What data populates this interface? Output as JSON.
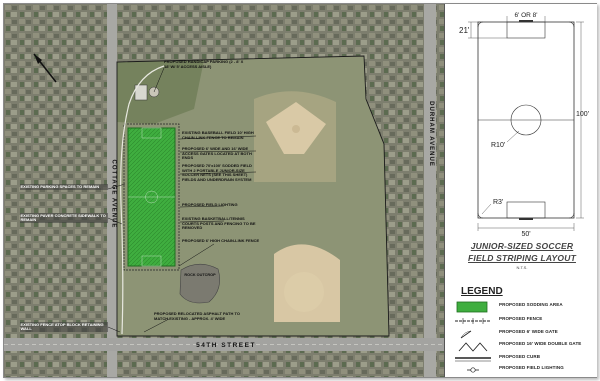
{
  "map_labels": {
    "cottage_avenue": "COTTAGE AVENUE",
    "durham_avenue": "DURHAM AVENUE",
    "street_54th": "54TH STREET",
    "annotations": {
      "handicap_parking": "PROPOSED HANDICAP PARKING (2 - 8' X 18' W/ 5' ACCESS AISLE)",
      "baseball_field": "EXISTING BASEBALL FIELD 10' HIGH CHAIN-LINK FENCE TO REMAIN",
      "access_gates": "PROPOSED 6' WIDE AND 16' WIDE ACCESS GATES LOCATED AT BOTH ENDS",
      "soccer_field": "PROPOSED 70'x100' SODDED FIELD WITH 2 PORTABLE JUNIOR-SIZE SOCCER NETS (SEE THIS SHEET) FIELDS AND UNDERDRAIN SYSTEM",
      "field_lighting": "PROPOSED FIELD LIGHTING",
      "basketball_courts": "EXISTING BASKETBALL/TENNIS COURTS POSTS AND FENCING TO BE REMOVED",
      "chain_link_fence": "PROPOSED 6' HIGH CHAIN-LINK FENCE",
      "existing_parking": "EXISTING PARKING SPACES TO REMAIN",
      "paver_sidewalk": "EXISTING PAVER CONCRETE SIDEWALK TO REMAIN",
      "block_wall": "EXISTING FENCE ATOP BLOCK RETAINING WALL",
      "asphalt_path": "PROPOSED RELOCATED ASPHALT PATH TO MATCH EXISTING - APPROX. 4' WIDE",
      "rock_outcrop": "ROCK OUTCROP"
    }
  },
  "diagram": {
    "dim_21": "21'",
    "dim_goal": "6' OR 8'",
    "dim_100": "100'",
    "dim_r10": "R10'",
    "dim_r3": "R3'",
    "dim_50": "50'",
    "caption_line1": "JUNIOR-SIZED SOCCER",
    "caption_line2": "FIELD STRIPING LAYOUT",
    "caption_scale": "N.T.S."
  },
  "legend": {
    "title": "LEGEND",
    "items": [
      {
        "label": "PROPOSED SODDING AREA",
        "symbol": "sod-fill-swatch",
        "color": "#3fae3f"
      },
      {
        "label": "PROPOSED FENCE",
        "symbol": "fence-line"
      },
      {
        "label": "PROPOSED 6' WIDE GATE",
        "symbol": "single-gate"
      },
      {
        "label": "PROPOSED 16' WIDE DOUBLE GATE",
        "symbol": "double-gate"
      },
      {
        "label": "PROPOSED CURB",
        "symbol": "curb-line"
      },
      {
        "label": "PROPOSED FIELD LIGHTING",
        "symbol": "light-pole"
      }
    ]
  },
  "colors": {
    "sod_green": "#3fae3f",
    "infield_dirt": "#d8c7a4",
    "grass": "#8a9472",
    "road": "#aeaeae"
  }
}
